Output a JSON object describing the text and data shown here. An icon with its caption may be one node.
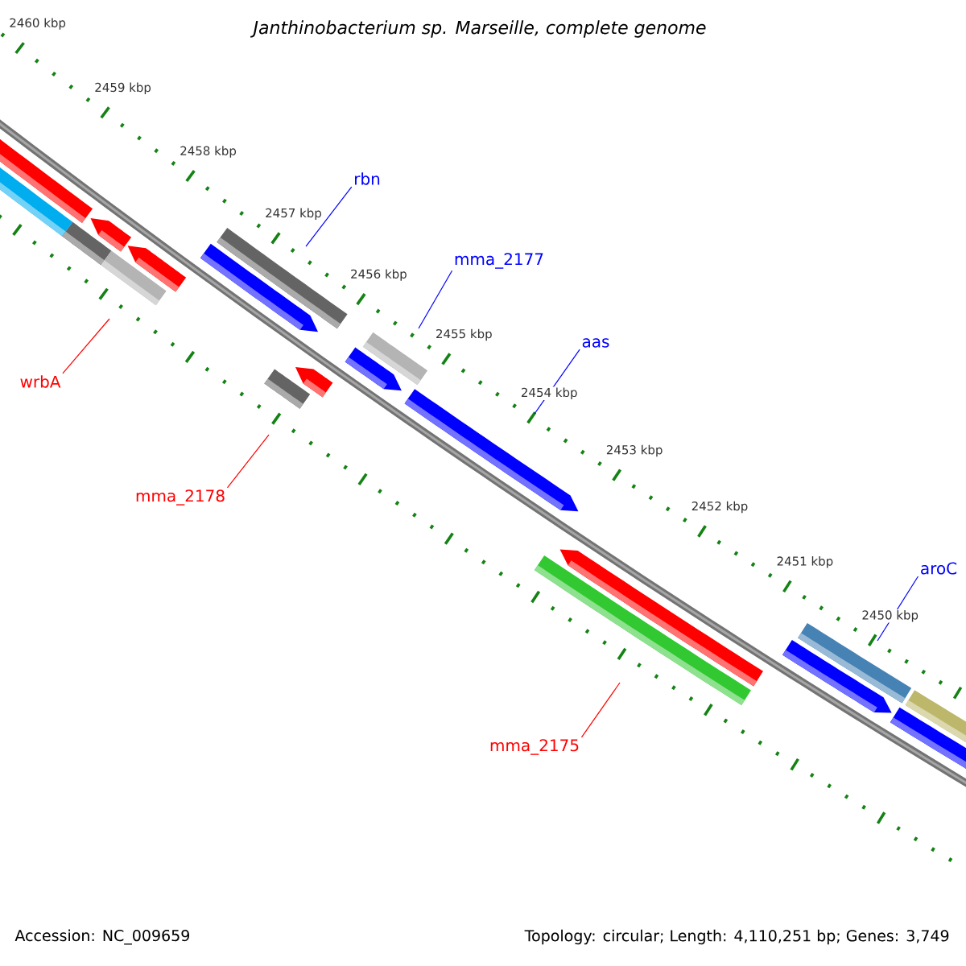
{
  "diagram": {
    "title": "Janthinobacterium sp. Marseille, complete genome",
    "nodes": [
      {
        "text": [
          "rbn"
        ]
      },
      {
        "text": [
          "mma_2177"
        ]
      },
      {
        "text": [
          "aas"
        ]
      },
      {
        "text": [
          "aroC"
        ]
      },
      {
        "text": [
          "wrbA"
        ]
      },
      {
        "text": [
          "mma_2178"
        ]
      },
      {
        "text": [
          "mma_2175"
        ]
      }
    ],
    "edges": [
      {
        "from": 0,
        "to": null,
        "arrow": "none"
      },
      {
        "from": 1,
        "to": null,
        "arrow": "none"
      },
      {
        "from": 2,
        "to": null,
        "arrow": "none"
      },
      {
        "from": 3,
        "to": null,
        "arrow": "none"
      },
      {
        "from": 4,
        "to": null,
        "arrow": "none",
        "color": "#ff0000"
      },
      {
        "from": 5,
        "to": null,
        "arrow": "none",
        "color": "#ff0000"
      },
      {
        "from": 6,
        "to": null,
        "arrow": "none",
        "color": "#ff0000"
      }
    ],
    "labels": [
      "2460 kbp",
      "2459 kbp",
      "2458 kbp",
      "2457 kbp",
      "2456 kbp",
      "2455 kbp",
      "2454 kbp",
      "2453 kbp",
      "2452 kbp",
      "2451 kbp",
      "2450 kbp",
      "Accession: NC_009659",
      "Topology: circular; Length: 4,110,251 bp; Genes: 3,749"
    ]
  }
}
